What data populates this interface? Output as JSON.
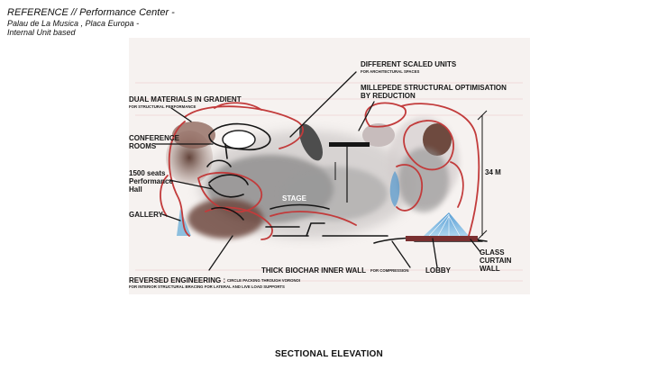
{
  "header": {
    "title": "REFERENCE // Performance Center -",
    "location": "Palau de La Musica , Placa Europa -",
    "basis": "Internal Unit based"
  },
  "labels": {
    "different_units": "DIFFERENT SCALED UNITS",
    "different_units_sub": "FOR ARCHITECTURAL SPACES",
    "millepede_1": "MILLEPEDE STRUCTURAL OPTIMISATION",
    "millepede_2": "BY REDUCTION",
    "dual_materials": "DUAL MATERIALS IN GRADIENT",
    "dual_materials_sub": "FOR STRUCTURAL PERFORMANCE",
    "conference_1": "CONFERENCE",
    "conference_2": "ROOMS",
    "seats_1": "1500 seats",
    "seats_2": "Performance",
    "seats_3": "Hall",
    "gallery": "GALLERY",
    "stage": "STAGE",
    "height": "34 M",
    "glass_1": "GLASS",
    "glass_2": "CURTAIN",
    "glass_3": "WALL",
    "lobby": "LOBBY",
    "biochar": "THICK BIOCHAR INNER WALL",
    "biochar_sub": "FOR COMPRESSION",
    "reversed": "REVERSED ENGINEERING :",
    "reversed_sub1": "CIRCLE PACKING THROUGH VORONOI",
    "reversed_sub2": "FOR INTERIOR STRUCTURAL BRACING FOR LATERAL AND LIVE LOAD SUPPORTS"
  },
  "caption": "SECTIONAL ELEVATION",
  "colors": {
    "outline": "#c23b3b",
    "mass": "#6e4a3f",
    "grey": "#8a8a8a",
    "blue": "#5fa9d6",
    "ink": "#151515"
  }
}
